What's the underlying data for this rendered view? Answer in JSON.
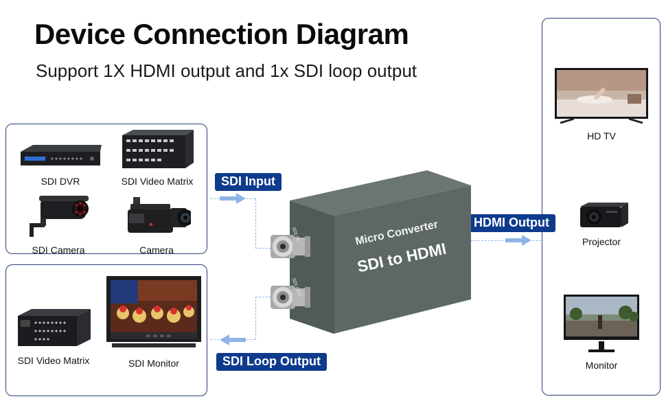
{
  "header": {
    "title": "Device Connection Diagram",
    "subtitle": "Support 1X HDMI output and 1x SDI loop output"
  },
  "input_devices": [
    {
      "label": "SDI DVR",
      "icon": "dvr-icon"
    },
    {
      "label": "SDI Video Matrix",
      "icon": "video-matrix-icon"
    },
    {
      "label": "SDI Camera",
      "icon": "cctv-camera-icon"
    },
    {
      "label": "Camera",
      "icon": "camcorder-icon"
    }
  ],
  "loop_devices": [
    {
      "label": "SDI Video Matrix",
      "icon": "video-matrix-rack-icon"
    },
    {
      "label": "SDI Monitor",
      "icon": "field-monitor-icon"
    }
  ],
  "output_devices": [
    {
      "label": "HD TV",
      "icon": "tv-icon"
    },
    {
      "label": "Projector",
      "icon": "projector-icon"
    },
    {
      "label": "Monitor",
      "icon": "monitor-icon"
    }
  ],
  "connections": {
    "sdi_input": "SDI Input",
    "sdi_loop_output": "SDI Loop Output",
    "hdmi_output": "HDMI Output"
  },
  "converter": {
    "line1": "Micro Converter",
    "line2": "SDI to HDMI",
    "port_in_label": "SDI IN",
    "port_out_label": "SDI OUT"
  },
  "colors": {
    "tag_bg": "#0e3b8c",
    "panel_border": "#2a3d7a",
    "arrow": "#8fb3e8",
    "device_body": "#4f5a58"
  }
}
